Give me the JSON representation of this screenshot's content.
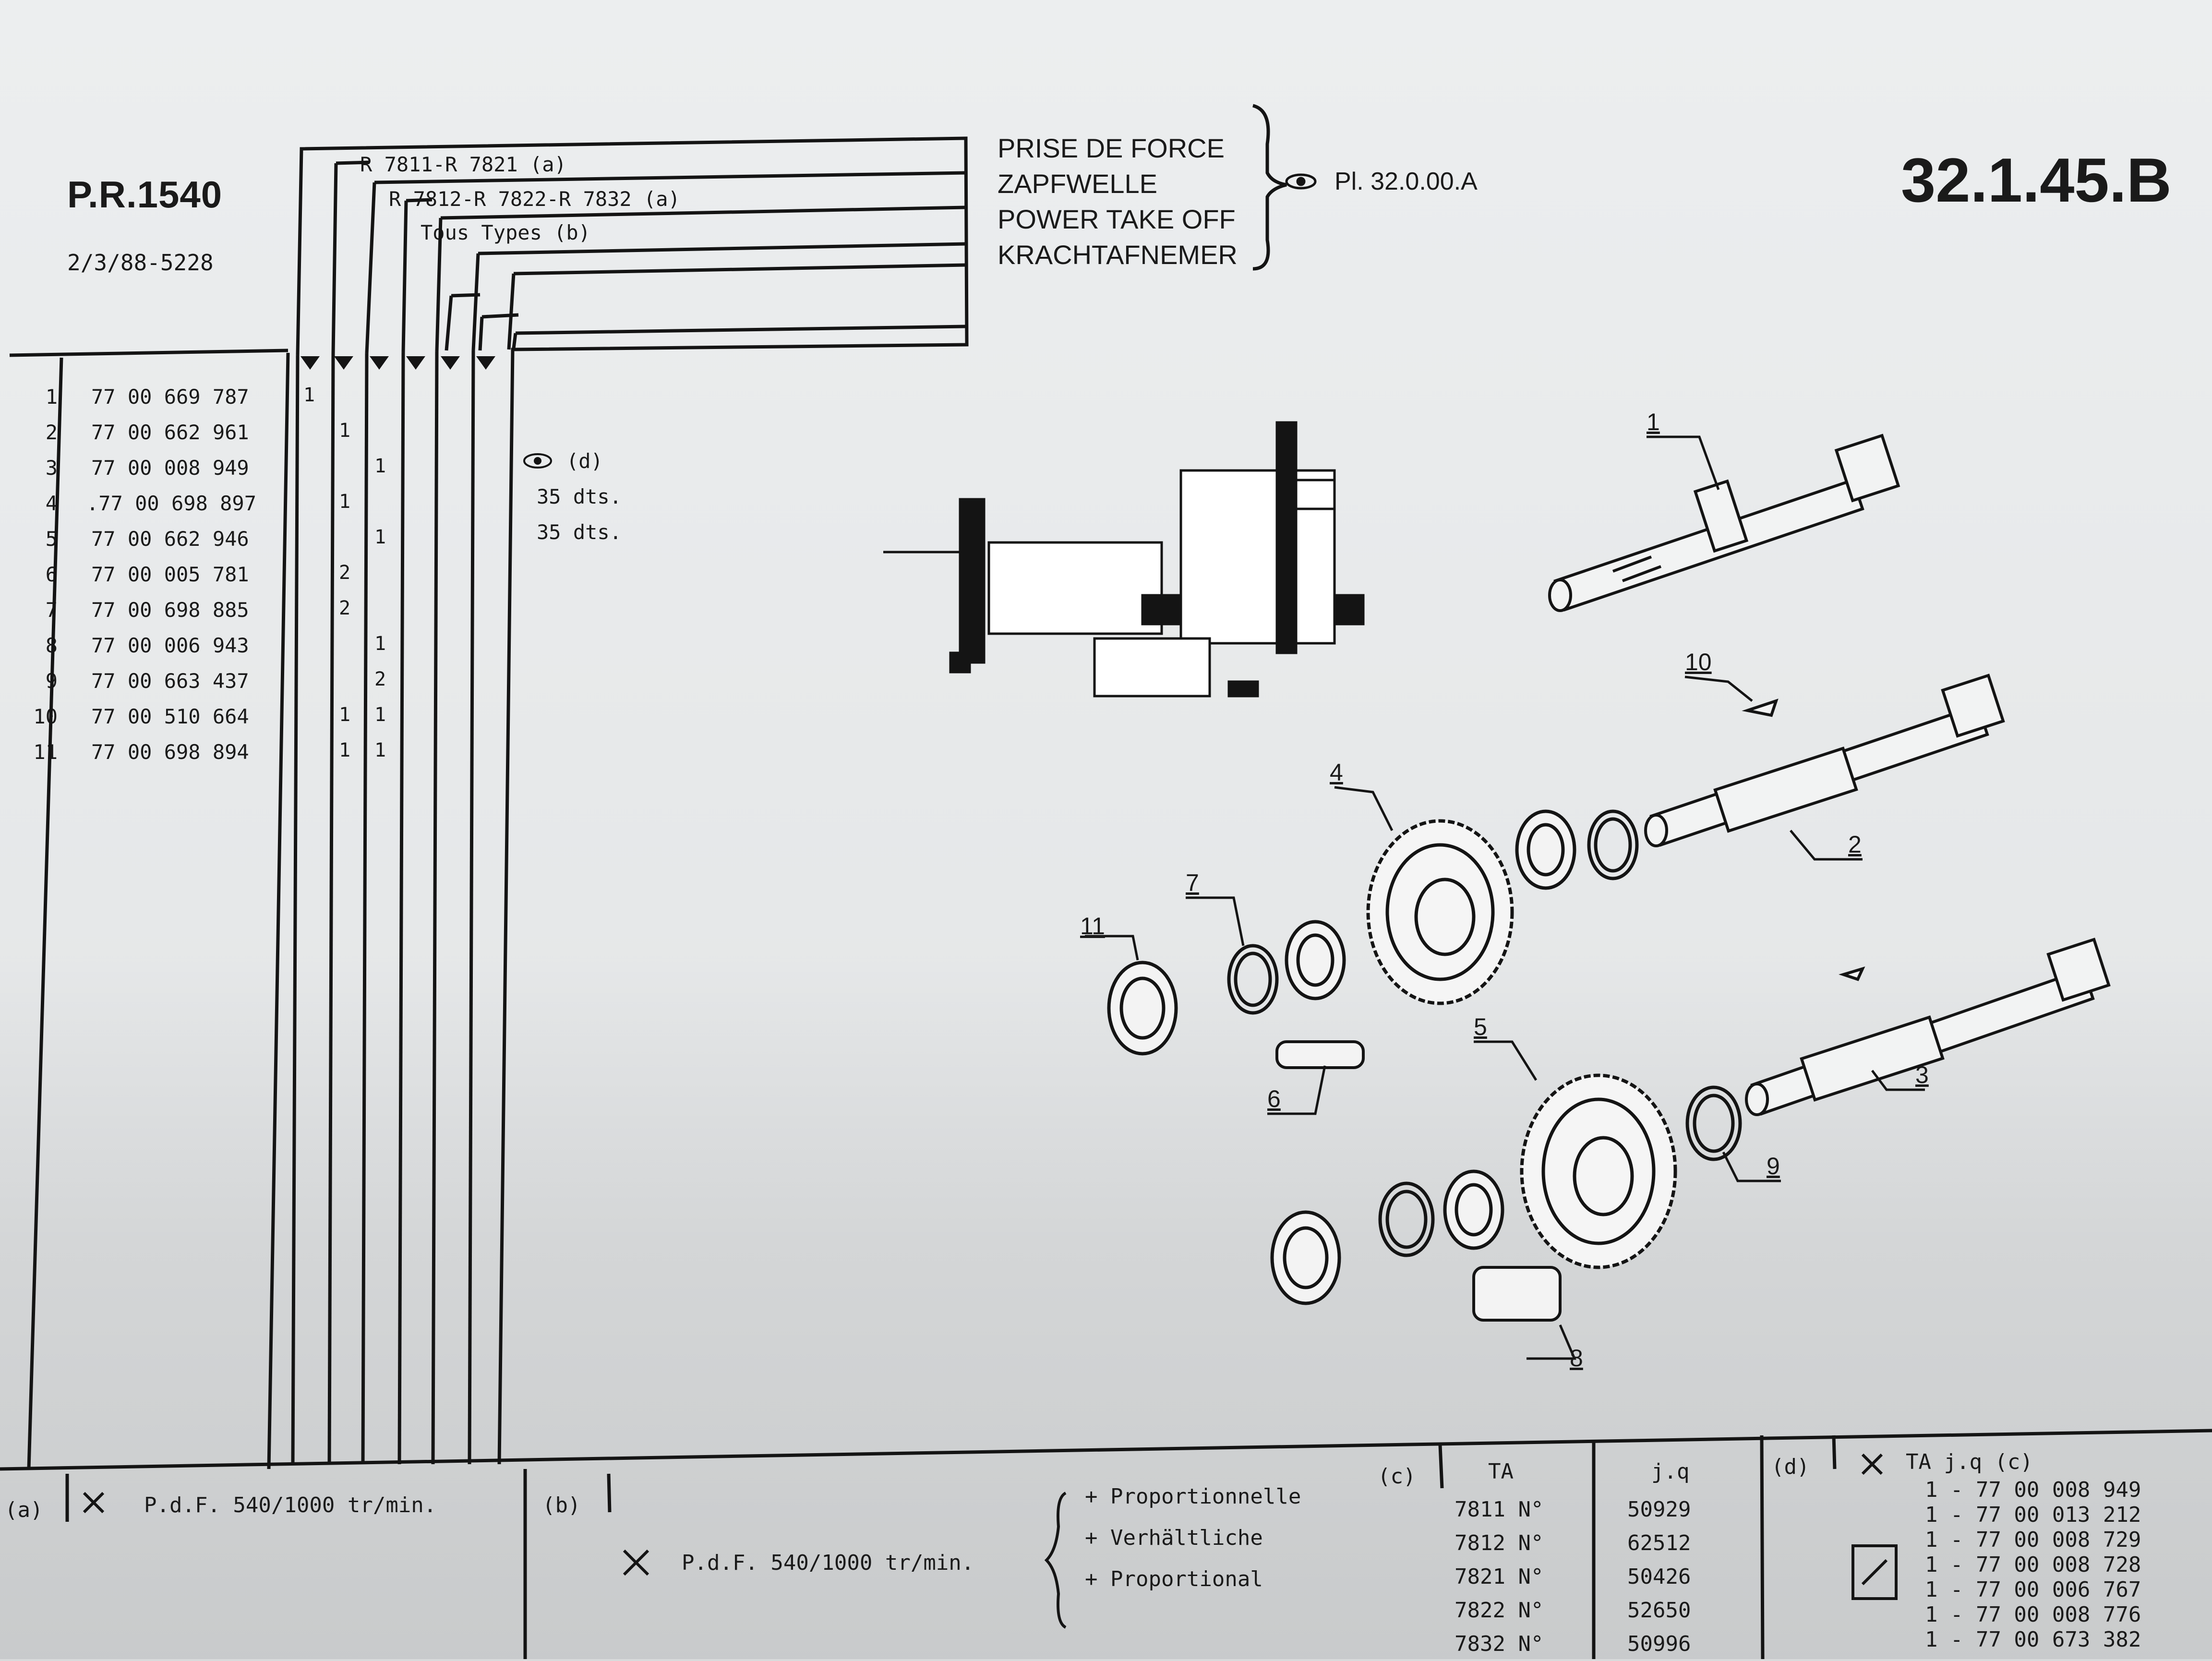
{
  "header": {
    "catalog_ref": "P.R.1540",
    "date_code": "2/3/88-5228",
    "page_number": "32.1.45.B",
    "section_titles": [
      "PRISE DE FORCE",
      "ZAPFWELLE",
      "POWER TAKE OFF",
      "KRACHTAFNEMER"
    ],
    "plate_ref": "Pl. 32.0.00.A"
  },
  "column_headers": [
    "R 7811-R 7821 (a)",
    "R 7812-R 7822-R 7832 (a)",
    "Tous Types (b)"
  ],
  "parts": [
    {
      "no": "1",
      "ref": "77 00 669 787",
      "q": [
        "1",
        "",
        "",
        "",
        "",
        ""
      ]
    },
    {
      "no": "2",
      "ref": "77 00 662 961",
      "q": [
        "",
        "1",
        "",
        "",
        "",
        ""
      ]
    },
    {
      "no": "3",
      "ref": "77 00 008 949",
      "q": [
        "",
        "",
        "1",
        "",
        "",
        ""
      ]
    },
    {
      "no": "4",
      "ref": ".77 00 698 897",
      "q": [
        "",
        "1",
        "",
        "",
        "",
        ""
      ]
    },
    {
      "no": "5",
      "ref": "77 00 662 946",
      "q": [
        "",
        "",
        "1",
        "",
        "",
        ""
      ]
    },
    {
      "no": "6",
      "ref": "77 00 005 781",
      "q": [
        "",
        "2",
        "",
        "",
        "",
        ""
      ]
    },
    {
      "no": "7",
      "ref": "77 00 698 885",
      "q": [
        "",
        "2",
        "",
        "",
        "",
        ""
      ]
    },
    {
      "no": "8",
      "ref": "77 00 006 943",
      "q": [
        "",
        "",
        "1",
        "",
        "",
        ""
      ]
    },
    {
      "no": "9",
      "ref": "77 00 663 437",
      "q": [
        "",
        "",
        "2",
        "",
        "",
        ""
      ]
    },
    {
      "no": "10",
      "ref": "77 00 510 664",
      "q": [
        "",
        "1",
        "1",
        "",
        "",
        ""
      ]
    },
    {
      "no": "11",
      "ref": "77 00 698 894",
      "q": [
        "",
        "1",
        "1",
        "",
        "",
        ""
      ]
    }
  ],
  "notes": {
    "row3_marker": "(d)",
    "row4": "35 dts.",
    "row5": "35 dts."
  },
  "callouts": [
    "1",
    "2",
    "3",
    "4",
    "5",
    "6",
    "7",
    "8",
    "9",
    "10",
    "11"
  ],
  "footer": {
    "a_label": "(a)",
    "a_text": "P.d.F. 540/1000 tr/min.",
    "b_label": "(b)",
    "b_text": "P.d.F. 540/1000 tr/min.",
    "b_options": [
      "+ Proportionnelle",
      "+ Verhältliche",
      "+ Proportional"
    ],
    "c_label": "(c)",
    "c_header_ta": "TA",
    "c_header_jq": "j.q",
    "c_rows": [
      {
        "ta": "7811 N°",
        "jq": "50929"
      },
      {
        "ta": "7812 N°",
        "jq": "62512"
      },
      {
        "ta": "7821 N°",
        "jq": "50426"
      },
      {
        "ta": "7822 N°",
        "jq": "52650"
      },
      {
        "ta": "7832 N°",
        "jq": "50996"
      }
    ],
    "d_label": "(d)",
    "d_header": "TA j.q (c)",
    "d_rows": [
      "1 - 77 00 008 949",
      "1 - 77 00 013 212",
      "1 - 77 00 008 729",
      "1 - 77 00 008 728",
      "1 - 77 00 006 767",
      "1 - 77 00 008 776",
      "1 - 77 00 673 382"
    ]
  }
}
